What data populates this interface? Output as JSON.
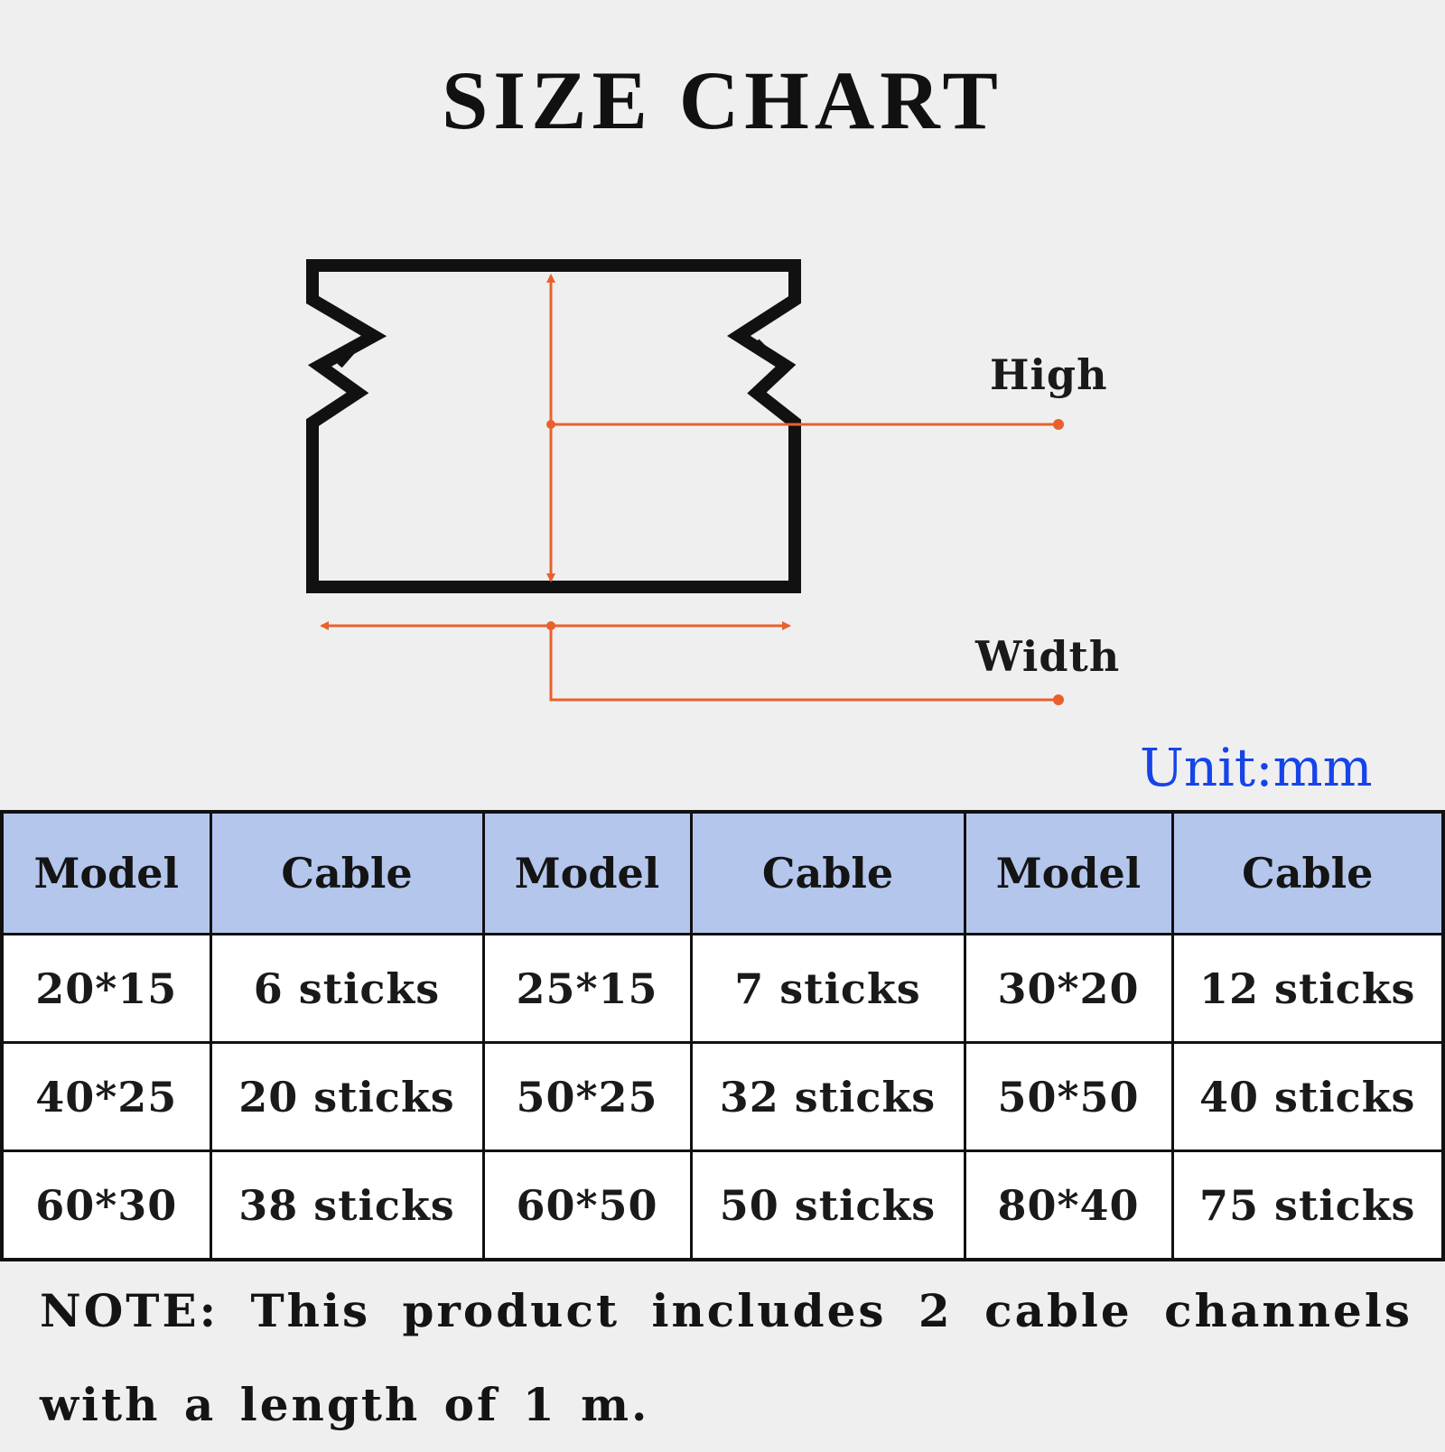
{
  "title": "SIZE CHART",
  "diagram": {
    "high_label": "High",
    "width_label": "Width",
    "outline_color": "#111111",
    "dimension_color": "#e8612c"
  },
  "unit_label": "Unit:mm",
  "unit_color": "#1744e8",
  "table": {
    "header_color": "#b4c6ec",
    "headers": [
      "Model",
      "Cable",
      "Model",
      "Cable",
      "Model",
      "Cable"
    ],
    "rows": [
      [
        "20*15",
        "6 sticks",
        "25*15",
        "7 sticks",
        "30*20",
        "12 sticks"
      ],
      [
        "40*25",
        "20 sticks",
        "50*25",
        "32 sticks",
        "50*50",
        "40 sticks"
      ],
      [
        "60*30",
        "38 sticks",
        "60*50",
        "50 sticks",
        "80*40",
        "75 sticks"
      ]
    ]
  },
  "note": "NOTE: This product includes 2 cable channels with a length of 1 m."
}
